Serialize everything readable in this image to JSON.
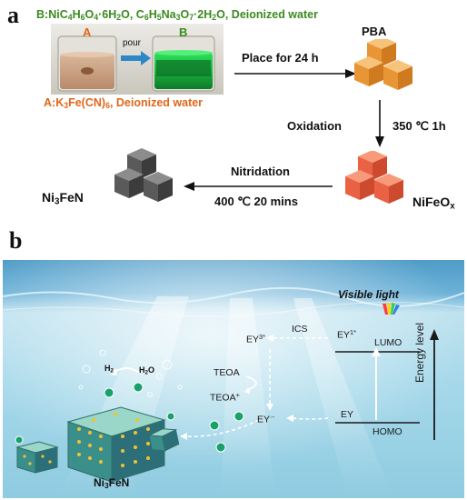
{
  "panel_a": {
    "label": "a",
    "line_b": "B:NiC4H6O4·6H2O, C6H5Na3O7·2H2O, Deionized water",
    "line_b_parts": {
      "p1": "B:NiC",
      "s1": "4",
      "p2": "H",
      "s2": "6",
      "p3": "O",
      "s3": "4",
      "p4": "·6H",
      "s4": "2",
      "p5": "O,  C",
      "s5": "6",
      "p6": "H",
      "s6": "5",
      "p7": "Na",
      "s7": "3",
      "p8": "O",
      "s8": "7",
      "p9": "·2H",
      "s9": "2",
      "p10": "O,  Deionized water"
    },
    "beaker_a": "A",
    "beaker_b": "B",
    "pour": "pour",
    "line_a_parts": {
      "p1": "A:K",
      "s1": "3",
      "p2": "Fe(CN)",
      "s2": "6",
      "p3": ",  Deionized water"
    },
    "pba": "PBA",
    "step1": "Place for 24 h",
    "oxidation": "Oxidation",
    "oxidation_cond": "350 ℃  1h",
    "nitridation": "Nitridation",
    "nitridation_cond": "400 ℃  20 mins",
    "nifeo": {
      "main": "NiFeO",
      "sub": "x"
    },
    "ni3fen": {
      "p1": "Ni",
      "s1": "3",
      "p2": "FeN"
    }
  },
  "panel_b": {
    "label": "b",
    "visible_light": "Visible light",
    "ics": "ICS",
    "ey1": {
      "main": "EY",
      "sup": "1*"
    },
    "ey3": {
      "main": "EY",
      "sup": "3*"
    },
    "lumo": "LUMO",
    "homo": "HOMO",
    "ey": "EY",
    "eym": {
      "main": "EY",
      "sup": "·-"
    },
    "teoa": "TEOA",
    "teoa_plus": {
      "main": "TEOA",
      "sup": "+"
    },
    "energy_level": "Energy level",
    "h2": {
      "main": "H",
      "sub": "2"
    },
    "h2o": {
      "main": "H",
      "sub": "2",
      "tail": "O"
    },
    "ni3fen": {
      "p1": "Ni",
      "s1": "3",
      "p2": "FeN"
    }
  },
  "colors": {
    "green_text": "#3a8a1e",
    "orange_text": "#e0671b",
    "pba_cube": "#f0a043",
    "nifeo_cube": "#ea6244",
    "ni3fen_cube": "#555555",
    "water": "#7fc3e0"
  }
}
